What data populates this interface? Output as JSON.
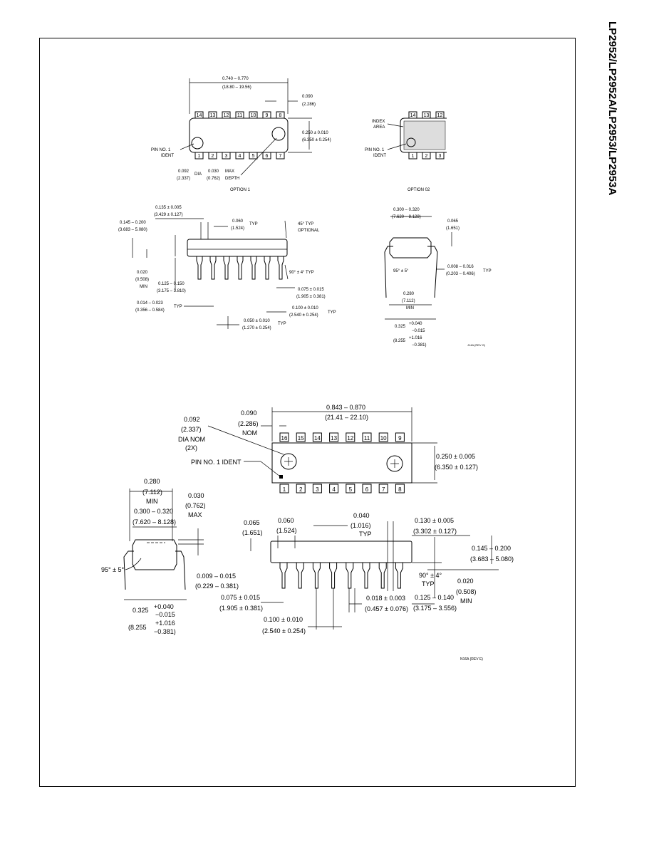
{
  "side_title": "LP2952/LP2952A/LP2953/LP2953A",
  "drawing1": {
    "length_dim": "0.740 – 0.770",
    "length_dim_mm": "(18.80 – 19.56)",
    "end_dim": "0.090",
    "end_dim_mm": "(2.286)",
    "width_dim": "0.250 ± 0.010",
    "width_dim_mm": "(6.350 ± 0.254)",
    "pin1_ident": "PIN NO. 1",
    "pin1_ident2": "IDENT",
    "dia_dim": "0.092",
    "dia_dim_mm": "(2.337)",
    "dia_label": "DIA",
    "depth_dim": "0.030",
    "depth_dim_mm": "(0.762)",
    "max_label": "MAX",
    "depth_label": "DEPTH",
    "option1": "OPTION 1",
    "index_area": "INDEX",
    "index_area2": "AREA",
    "option2": "OPTION 02",
    "top_pins": [
      "14",
      "13",
      "12",
      "11",
      "10",
      "9",
      "8"
    ],
    "bottom_pins": [
      "1",
      "2",
      "3",
      "4",
      "5",
      "6",
      "7"
    ],
    "opt2_top_pins": [
      "14",
      "13",
      "12"
    ],
    "opt2_bottom_pins": [
      "1",
      "2",
      "3"
    ],
    "sv_135": "0.135 ± 0.005",
    "sv_135mm": "(3.429 ± 0.127)",
    "sv_145": "0.145 – 0.200",
    "sv_145mm": "(3.683 – 5.080)",
    "sv_060": "0.060",
    "sv_060mm": "(1.524)",
    "typ": "TYP",
    "sv_45": "45° TYP",
    "optional": "OPTIONAL",
    "sv_020": "0.020",
    "sv_020mm": "(0.508)",
    "min": "MIN",
    "sv_125": "0.125 – 0.150",
    "sv_125mm": "(3.175 – 3.810)",
    "sv_90": "90° ± 4° TYP",
    "sv_075": "0.075 ± 0.015",
    "sv_075mm": "(1.905 ± 0.381)",
    "sv_014": "0.014 – 0.023",
    "sv_014mm": "(0.356 – 0.584)",
    "sv_100": "0.100 ± 0.010",
    "sv_100mm": "(2.540 ± 0.254)",
    "sv_050": "0.050 ± 0.010",
    "sv_050mm": "(1.270 ± 0.254)",
    "ev_300": "0.300 – 0.320",
    "ev_300mm": "(7.620 – 8.128)",
    "ev_065": "0.065",
    "ev_065mm": "(1.651)",
    "ev_95": "95° ± 5°",
    "ev_008": "0.008 – 0.016",
    "ev_008mm": "(0.203 – 0.406)",
    "ev_280": "0.280",
    "ev_280mm": "(7.112)",
    "ev_325": "0.325",
    "ev_325tol": "+0.040",
    "ev_325tol2": "−0.015",
    "ev_325mm": "(8.255",
    "ev_325mmtol": "+1.016",
    "ev_325mmtol2": "−0.381)",
    "code": "J14A (REV G)"
  },
  "drawing2": {
    "length_dim": "0.843 – 0.870",
    "length_dim_mm": "(21.41 – 22.10)",
    "end_dim": "0.090",
    "end_dim_mm": "(2.286)",
    "nom": "NOM",
    "dia_dim": "0.092",
    "dia_dim_mm": "(2.337)",
    "dia_nom": "DIA NOM",
    "dia_2x": "(2X)",
    "pin1_ident": "PIN NO. 1 IDENT",
    "width_dim": "0.250 ± 0.005",
    "width_dim_mm": "(6.350 ± 0.127)",
    "top_pins": [
      "16",
      "15",
      "14",
      "13",
      "12",
      "11",
      "10",
      "9"
    ],
    "bottom_pins": [
      "1",
      "2",
      "3",
      "4",
      "5",
      "6",
      "7",
      "8"
    ],
    "ev_280": "0.280",
    "ev_280mm": "(7.112)",
    "min": "MIN",
    "ev_300": "0.300 – 0.320",
    "ev_300mm": "(7.620 – 8.128)",
    "ev_030": "0.030",
    "ev_030mm": "(0.762)",
    "max": "MAX",
    "ev_95": "95° ± 5°",
    "ev_009": "0.009 – 0.015",
    "ev_009mm": "(0.229 – 0.381)",
    "ev_325": "0.325",
    "ev_325tol": "+0.040",
    "ev_325tol2": "−0.015",
    "ev_325mm": "(8.255",
    "ev_325mmtol": "+1.016",
    "ev_325mmtol2": "−0.381)",
    "sv_065": "0.065",
    "sv_065mm": "(1.651)",
    "sv_060": "0.060",
    "sv_060mm": "(1.524)",
    "sv_040": "0.040",
    "sv_040mm": "(1.016)",
    "typ": "TYP",
    "sv_130": "0.130 ± 0.005",
    "sv_130mm": "(3.302 ± 0.127)",
    "sv_145": "0.145 – 0.200",
    "sv_145mm": "(3.683 – 5.080)",
    "sv_90": "90° ± 4°",
    "sv_020": "0.020",
    "sv_020mm": "(0.508)",
    "sv_075": "0.075 ± 0.015",
    "sv_075mm": "(1.905 ± 0.381)",
    "sv_018": "0.018 ± 0.003",
    "sv_018mm": "(0.457 ± 0.076)",
    "sv_125": "0.125 – 0.140",
    "sv_125mm": "(3.175 – 3.556)",
    "sv_100": "0.100 ± 0.010",
    "sv_100mm": "(2.540 ± 0.254)",
    "code": "N16A (REV E)"
  }
}
